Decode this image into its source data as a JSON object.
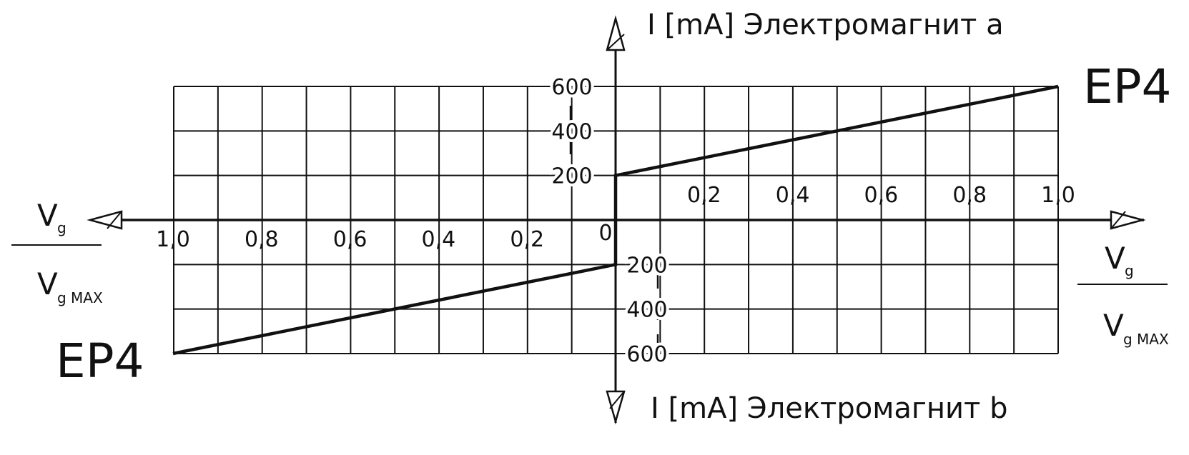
{
  "chart_data": {
    "type": "line",
    "y_axis_top_label": "I [mA] Электромагнит a",
    "y_axis_bottom_label": "I [mA] Электромагнит b",
    "x_axis_label": {
      "numerator": "V",
      "numerator_sub": "g",
      "denominator": "V",
      "denominator_sub": "g MAX"
    },
    "x_ticks_right": [
      "0,2",
      "0,4",
      "0,6",
      "0,8",
      "1,0"
    ],
    "x_ticks_left": [
      "1,0",
      "0,8",
      "0,6",
      "0,4",
      "0,2"
    ],
    "origin_label": "0",
    "y_ticks_top": [
      "600",
      "400",
      "200"
    ],
    "y_ticks_bottom": [
      "200",
      "400",
      "600"
    ],
    "xlim": [
      -1.0,
      1.0
    ],
    "ylim": [
      -600,
      600
    ],
    "grid": true,
    "series": [
      {
        "name": "EP4",
        "label_position": "top-right",
        "points": [
          [
            0,
            0
          ],
          [
            0,
            200
          ],
          [
            1.0,
            600
          ]
        ]
      },
      {
        "name": "EP4",
        "label_position": "bottom-left",
        "points": [
          [
            0,
            0
          ],
          [
            0,
            -200
          ],
          [
            -1.0,
            -600
          ]
        ]
      }
    ]
  }
}
